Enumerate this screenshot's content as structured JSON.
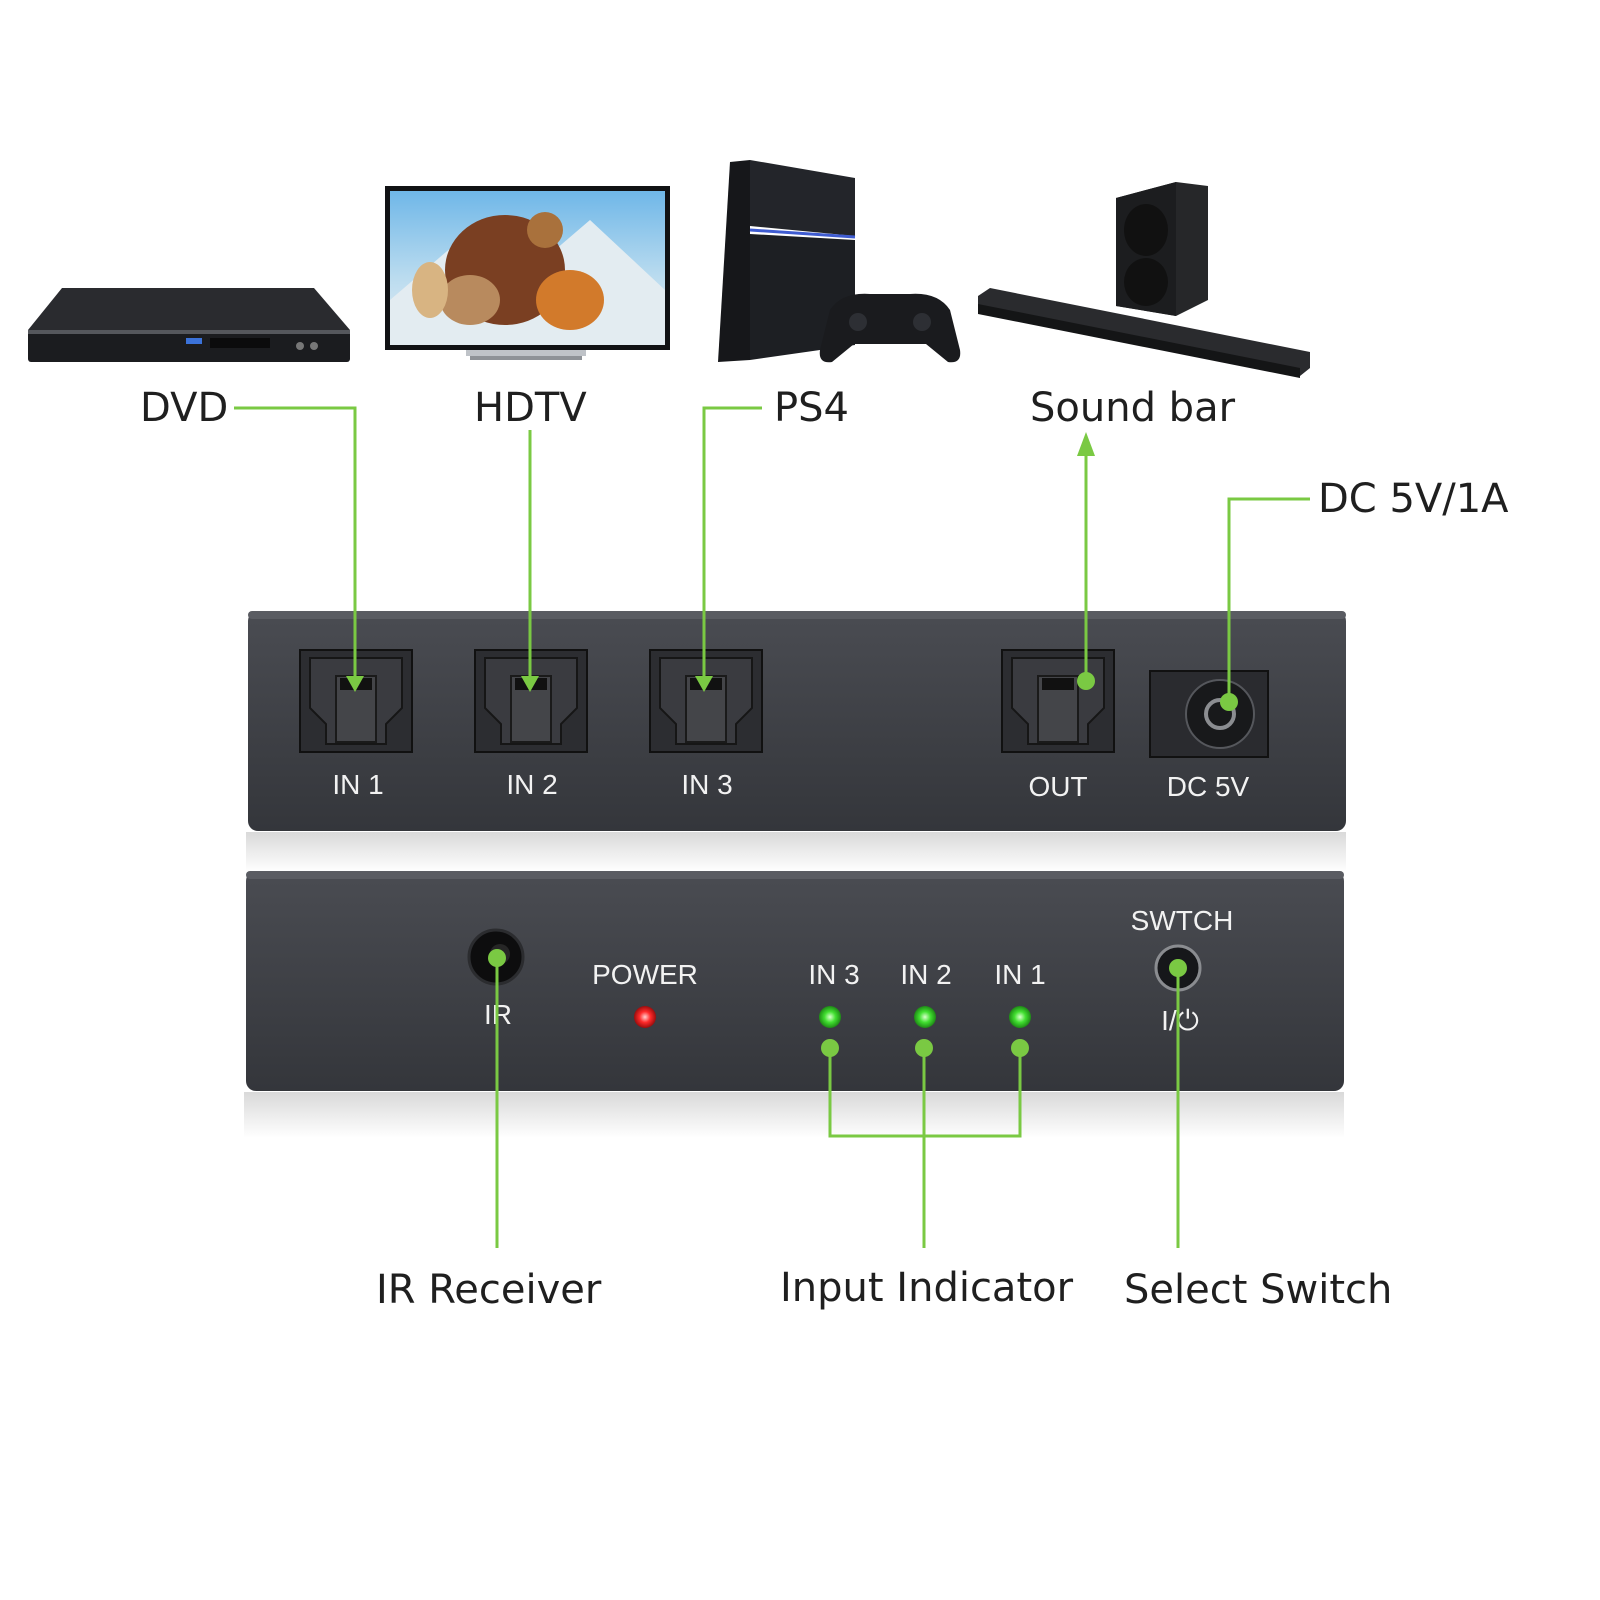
{
  "devices": {
    "dvd": "DVD",
    "hdtv": "HDTV",
    "ps4": "PS4",
    "soundbar": "Sound bar",
    "dc_power": "DC 5V/1A"
  },
  "rear_panel": {
    "in1": "IN 1",
    "in2": "IN 2",
    "in3": "IN 3",
    "out": "OUT",
    "dc": "DC 5V"
  },
  "front_panel": {
    "ir": "IR",
    "power": "POWER",
    "in3": "IN 3",
    "in2": "IN 2",
    "in1": "IN 1",
    "switch": "SWTCH",
    "switch_symbol": "I/⏻"
  },
  "callouts": {
    "ir_receiver": "IR Receiver",
    "input_indicator": "Input Indicator",
    "select_switch": "Select Switch"
  },
  "colors": {
    "accent_green": "#7ac943",
    "panel": "#3b3d42",
    "led_green": "#41e030",
    "led_red": "#ff2a2a"
  },
  "icons": [
    "dvd-player-icon",
    "hdtv-icon",
    "ps4-console-icon",
    "sound-bar-icon"
  ]
}
